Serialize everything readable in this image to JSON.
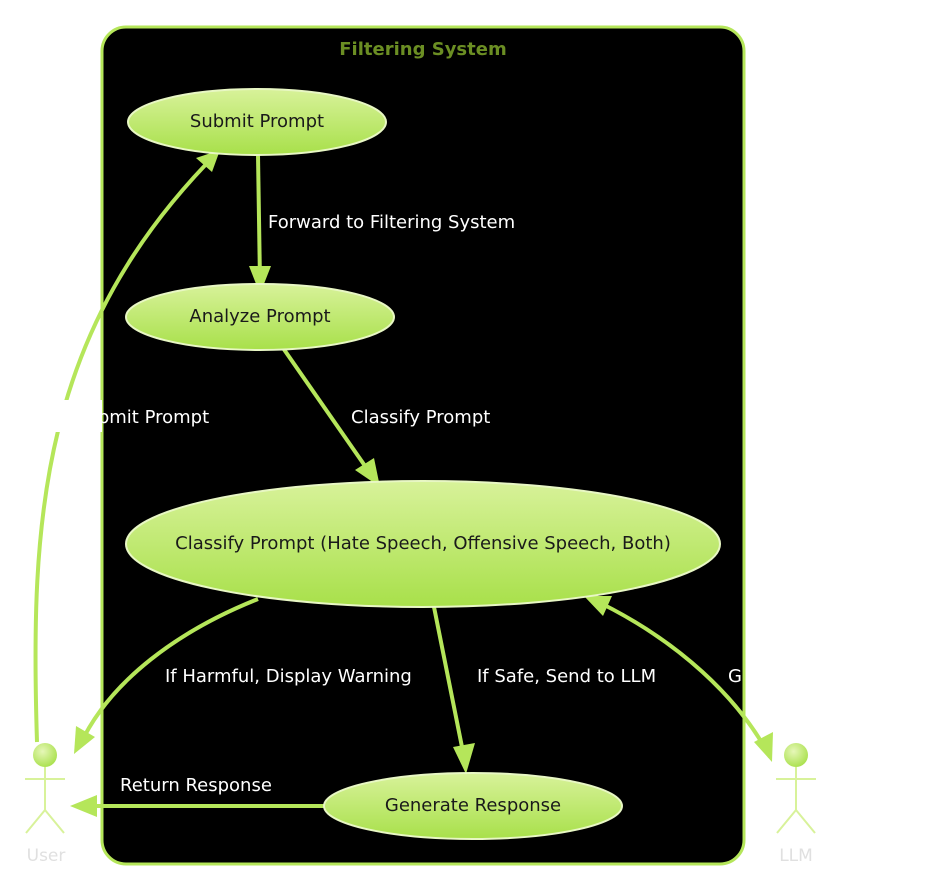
{
  "system": {
    "title": "Filtering System"
  },
  "actors": {
    "user": "User",
    "llm": "LLM"
  },
  "use_cases": {
    "submit": "Submit Prompt",
    "analyze": "Analyze Prompt",
    "classify": "Classify Prompt (Hate Speech, Offensive Speech, Both)",
    "generate": "Generate Response"
  },
  "edges": {
    "forward": "Forward to Filtering System",
    "submit_prompt": "Submit Prompt",
    "classify_prompt": "Classify Prompt",
    "harmful": "If Harmful, Display Warning",
    "safe": "If Safe, Send to LLM",
    "generate_cut": "G",
    "return_response": "Return Response"
  },
  "colors": {
    "accent": "#b5e65a",
    "usecase_fill_top": "#d8f29a",
    "usecase_fill_bottom": "#a8e04a",
    "system_bg": "#000000",
    "system_title": "#6b8e23"
  }
}
